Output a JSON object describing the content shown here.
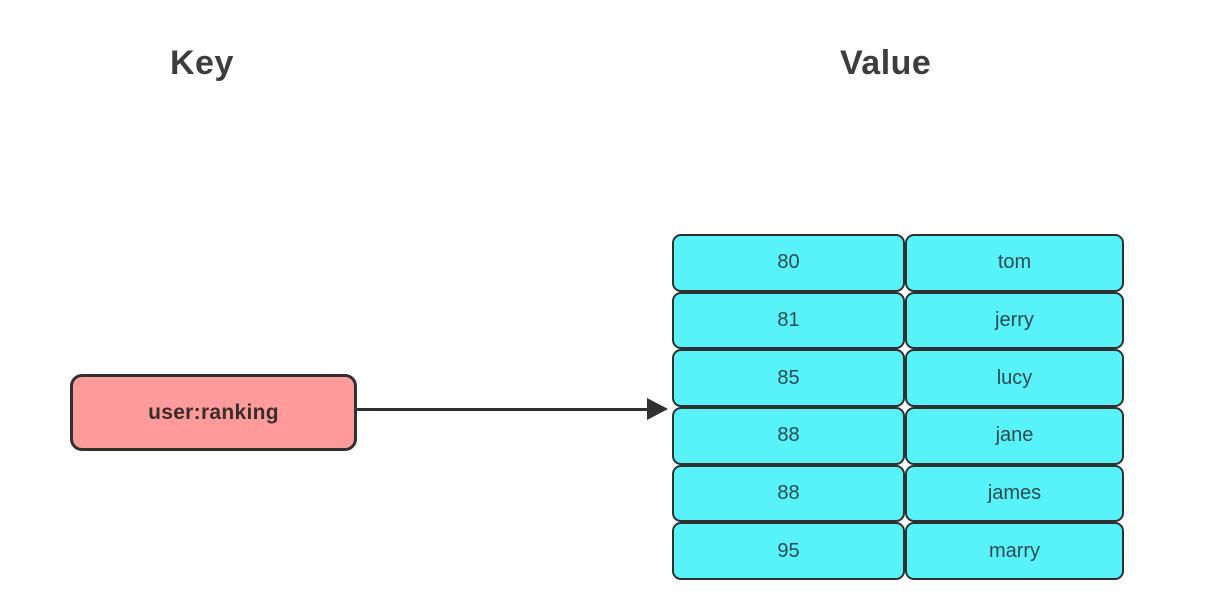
{
  "diagram": {
    "headings": {
      "key": "Key",
      "value": "Value"
    },
    "key_box": {
      "label": "user:ranking"
    },
    "value_table": {
      "rows": [
        {
          "score": "80",
          "name": "tom"
        },
        {
          "score": "81",
          "name": "jerry"
        },
        {
          "score": "85",
          "name": "lucy"
        },
        {
          "score": "88",
          "name": "jane"
        },
        {
          "score": "88",
          "name": "james"
        },
        {
          "score": "95",
          "name": "marry"
        }
      ]
    },
    "colors": {
      "outline": "#303030",
      "key_box_fill": "#ff9b9b",
      "value_cell_fill": "#57f3f8",
      "heading_text": "#3d3d3d",
      "key_box_text": "#3b2c2c",
      "cell_text": "#2d4a52",
      "background": "#ffffff"
    }
  }
}
